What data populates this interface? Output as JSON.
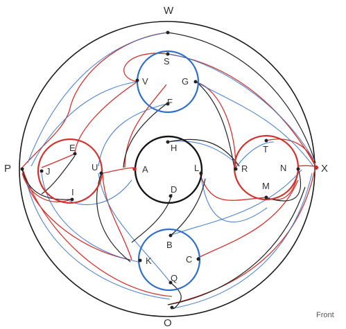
{
  "labels": {
    "W": "W",
    "O": "O",
    "P": "P",
    "X": "X",
    "S": "S",
    "V": "V",
    "G": "G",
    "F": "F",
    "H": "H",
    "A": "A",
    "L": "L",
    "D": "D",
    "E": "E",
    "J": "J",
    "U": "U",
    "I": "I",
    "T": "T",
    "R": "R",
    "N": "N",
    "M": "M",
    "B": "B",
    "K": "K",
    "C": "C",
    "Q": "Q",
    "front": "Front"
  },
  "colors": {
    "red": "#d2322d",
    "blue": "#2f6fc8",
    "black": "#1a1a1a"
  }
}
